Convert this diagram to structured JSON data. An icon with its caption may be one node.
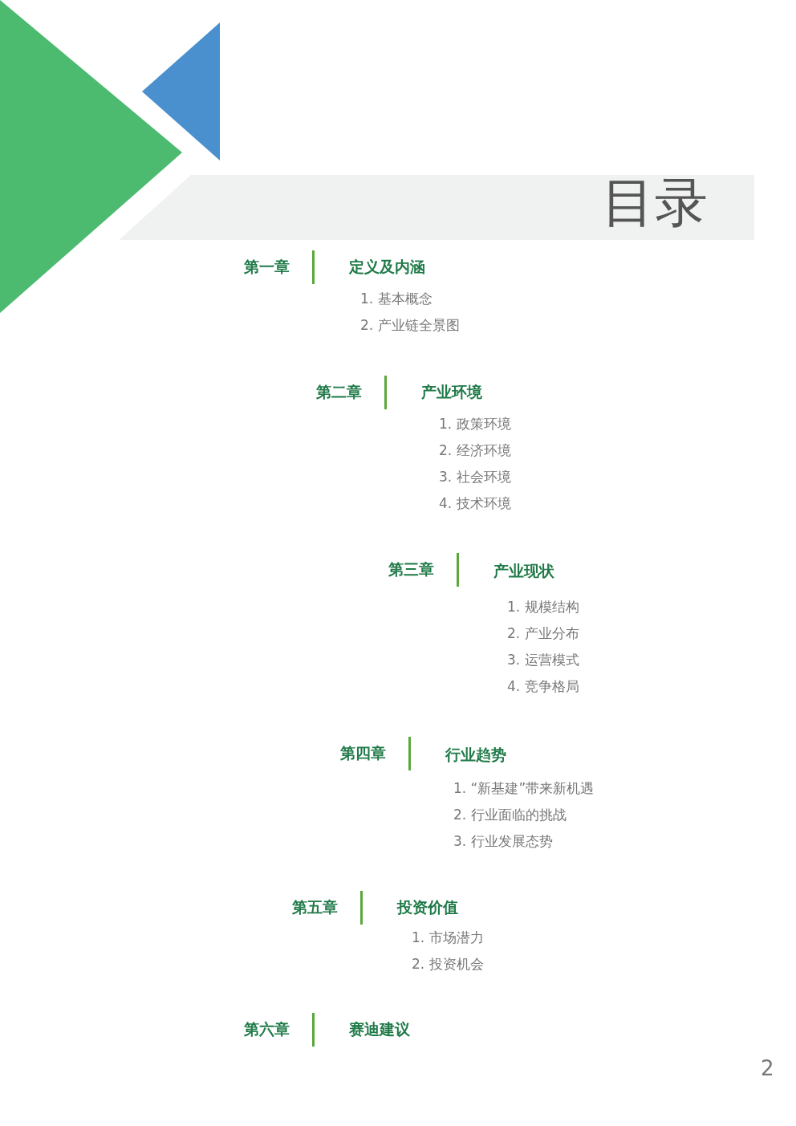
{
  "diagram": {
    "title": "目录",
    "labels": [
      "第一章",
      "定义及内涵",
      "1. 基本概念",
      "2. 产业链全景图",
      "第二章",
      "产业环境",
      "1. 政策环境",
      "2. 经济环境",
      "3. 社会环境",
      "4. 技术环境",
      "第三章",
      "产业现状",
      "1. 规模结构",
      "2. 产业分布",
      "3. 运营模式",
      "4. 竞争格局",
      "第四章",
      "行业趋势",
      "1. “新基建”带来新机遇",
      "2. 行业面临的挑战",
      "3. 行业发展态势",
      "第五章",
      "投资价值",
      "1. 市场潜力",
      "2. 投资机会",
      "第六章",
      "赛迪建议",
      "2"
    ]
  }
}
